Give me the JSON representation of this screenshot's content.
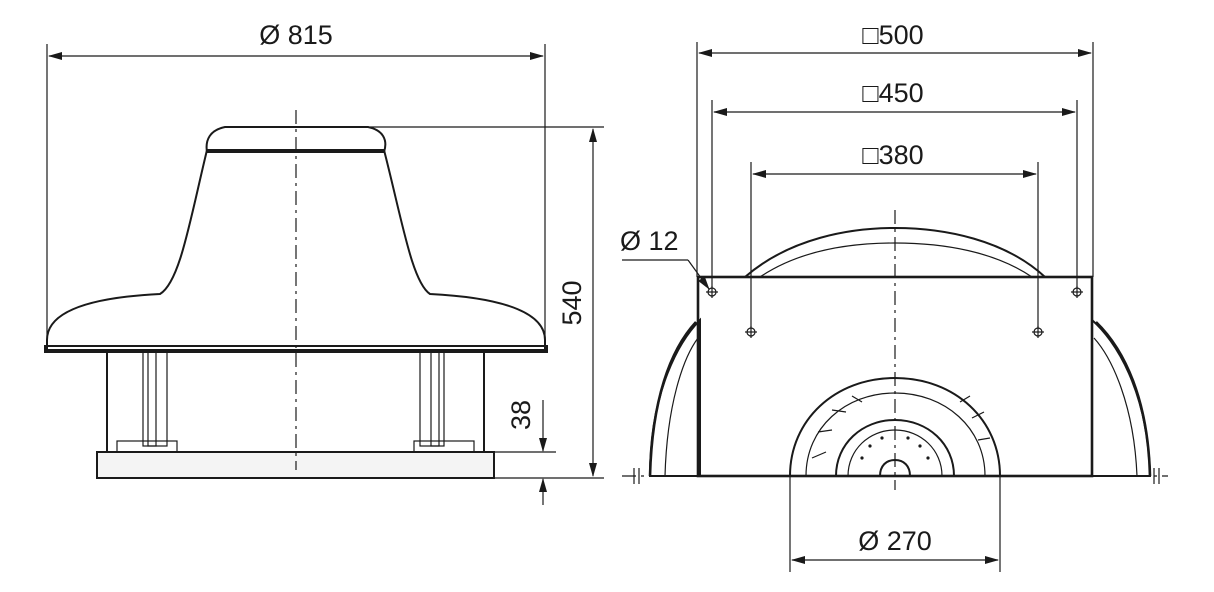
{
  "diagram": {
    "side_view": {
      "overall_diameter_label": "Ø 815",
      "height_label": "540",
      "base_height_label": "38"
    },
    "front_view": {
      "flange_outer_label": "□500",
      "flange_mid_label": "□450",
      "flange_inner_label": "□380",
      "hole_diameter_label": "Ø 12",
      "outlet_diameter_label": "Ø 270"
    }
  }
}
